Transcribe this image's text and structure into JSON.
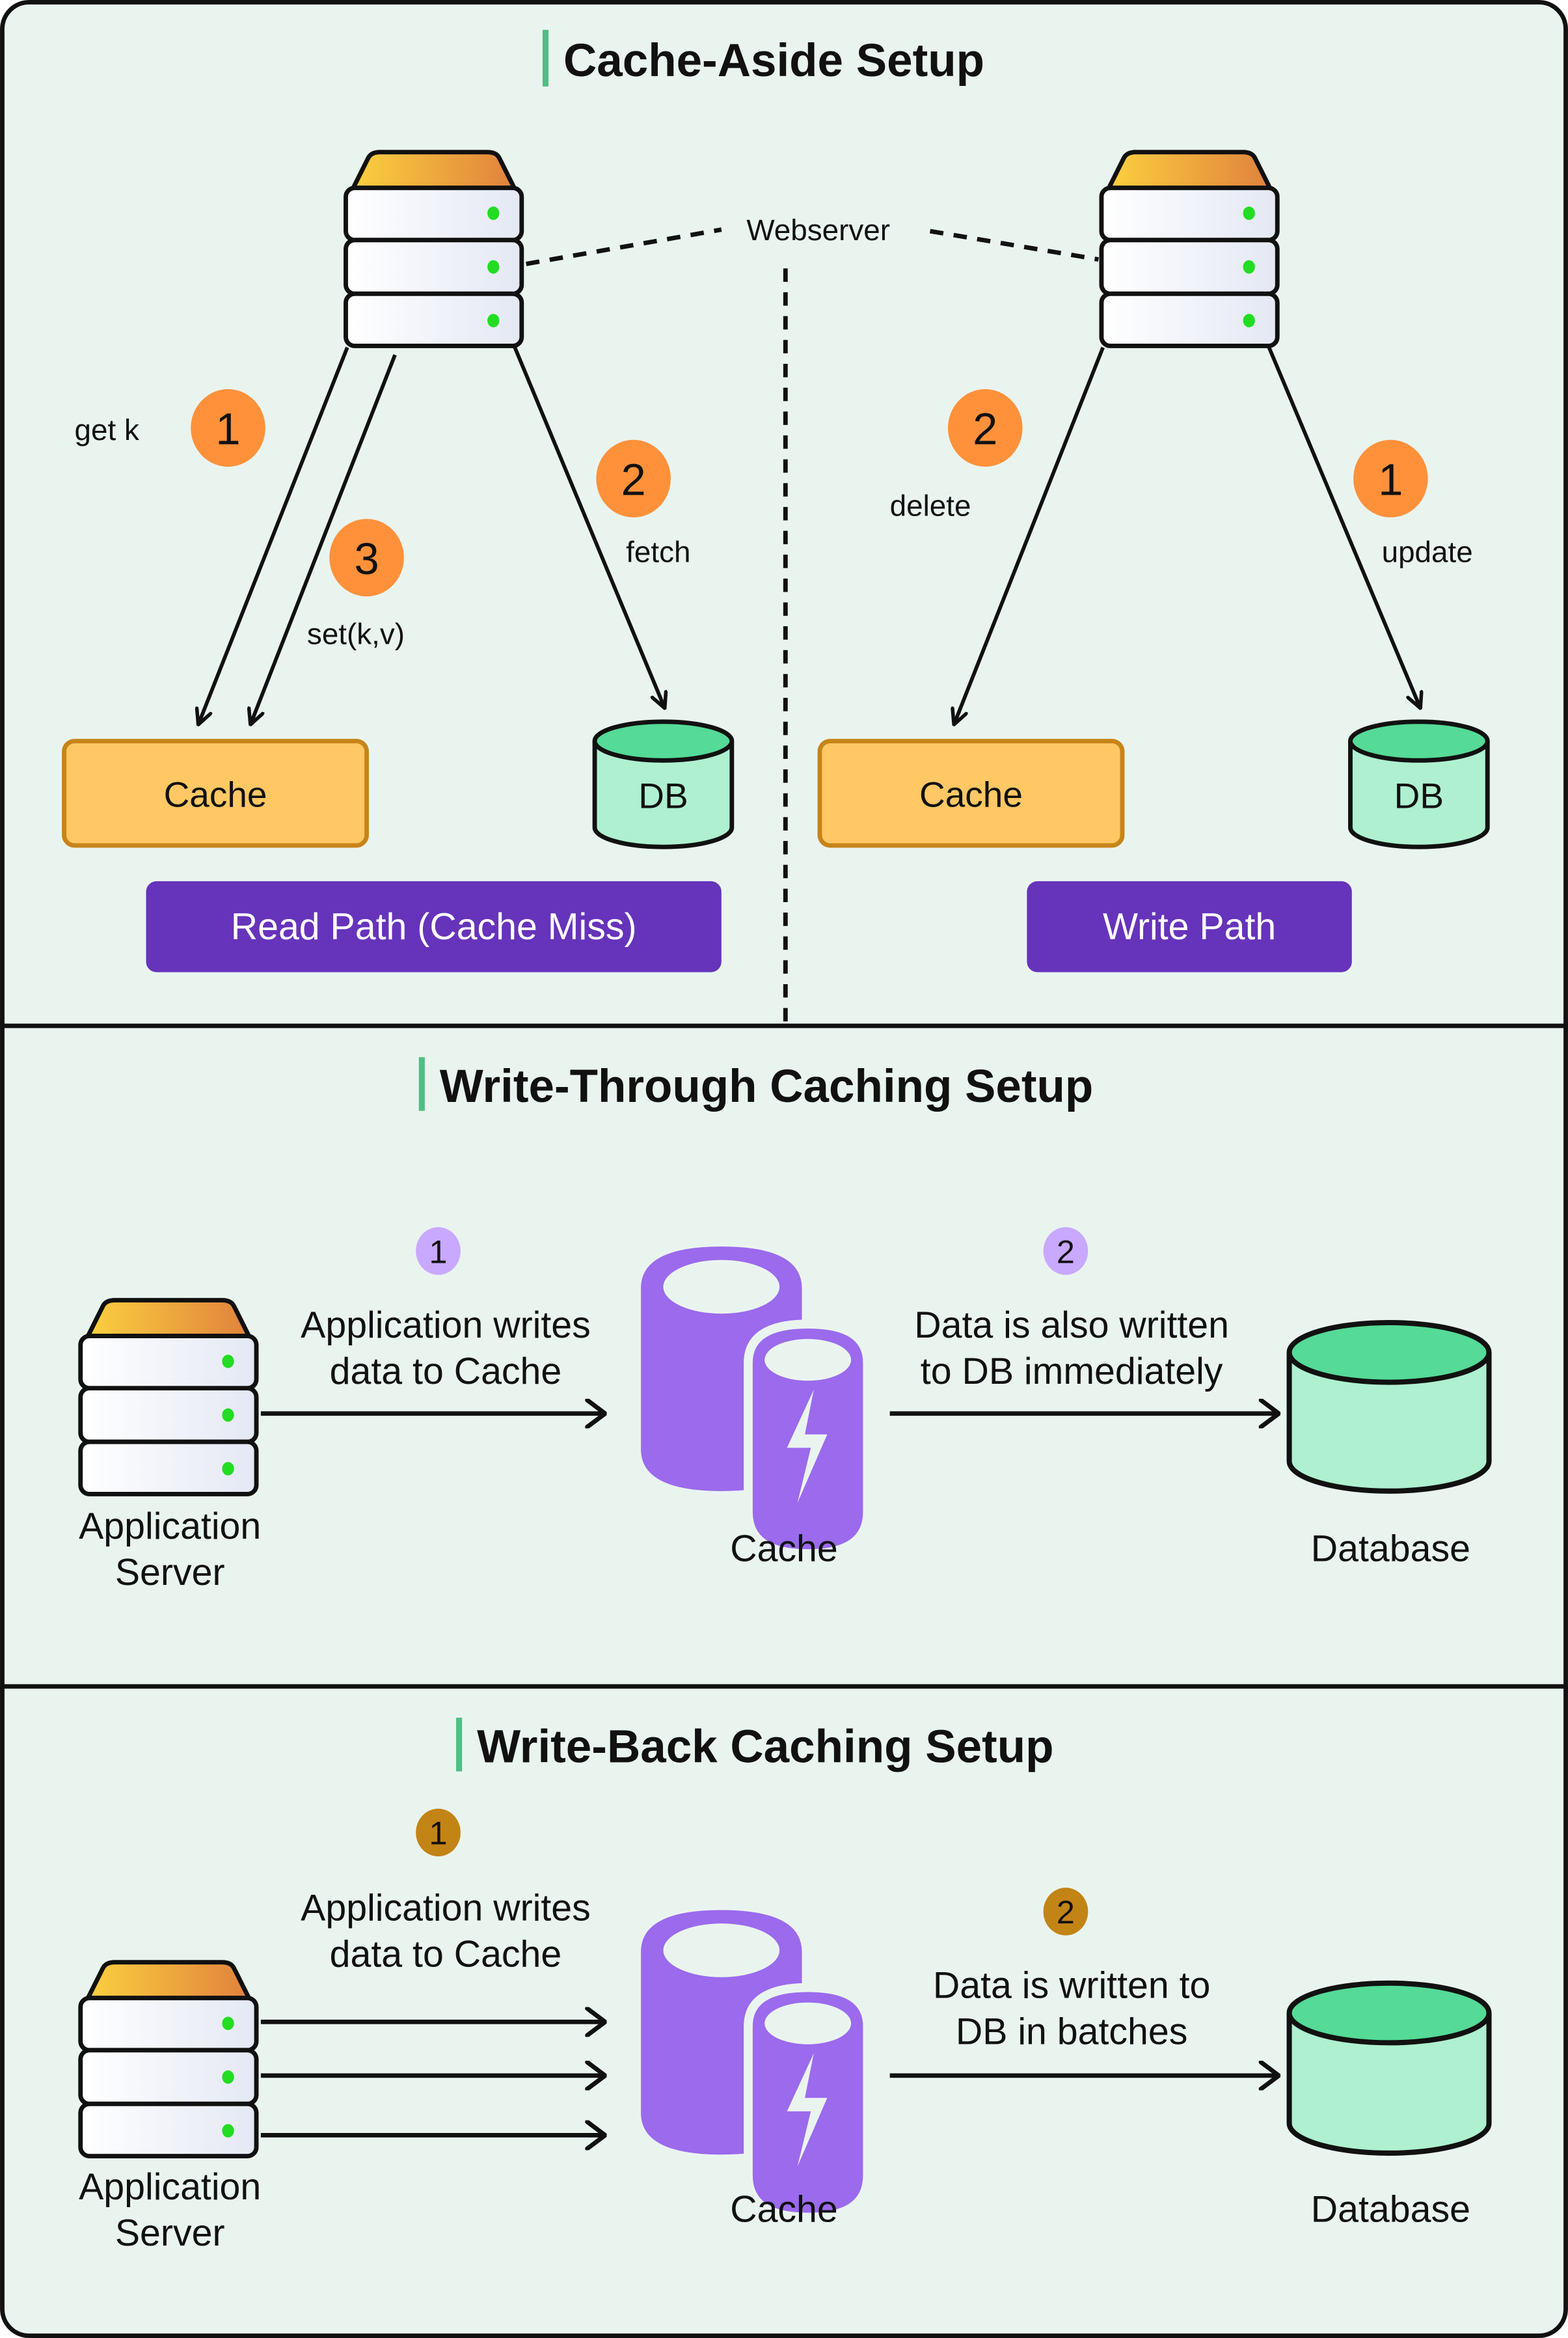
{
  "colors": {
    "panel_bg": "#EAF4EF",
    "border": "#111111",
    "title_accent": "#4FBF85",
    "cache_box_fill": "#FFC864",
    "cache_box_stroke": "#C78418",
    "db_top": "#55DA97",
    "db_body": "#AEF0D0",
    "badge_purple": "#6633BB",
    "step_orange": "#FF913A",
    "step_lavender": "#C9A8FF",
    "step_bronze": "#C38416",
    "cache_icon_purple": "#9B6AED",
    "server_led": "#22DD22"
  },
  "sections": [
    {
      "id": "cache-aside",
      "title": "Cache-Aside Setup",
      "webserver_label": "Webserver",
      "read_path": {
        "badge": "Read Path (Cache Miss)",
        "cache_label": "Cache",
        "db_label": "DB",
        "steps": [
          {
            "number": "1",
            "action": "get k"
          },
          {
            "number": "2",
            "action": "fetch"
          },
          {
            "number": "3",
            "action": "set(k,v)"
          }
        ]
      },
      "write_path": {
        "badge": "Write Path",
        "cache_label": "Cache",
        "db_label": "DB",
        "steps": [
          {
            "number": "1",
            "action": "update"
          },
          {
            "number": "2",
            "action": "delete"
          }
        ]
      }
    },
    {
      "id": "write-through",
      "title": "Write-Through Caching Setup",
      "server_label_line1": "Application",
      "server_label_line2": "Server",
      "cache_label": "Cache",
      "db_label": "Database",
      "steps": [
        {
          "number": "1",
          "line1": "Application writes",
          "line2": "data to Cache"
        },
        {
          "number": "2",
          "line1": "Data is also written",
          "line2": "to DB immediately"
        }
      ]
    },
    {
      "id": "write-back",
      "title": "Write-Back Caching Setup",
      "server_label_line1": "Application",
      "server_label_line2": "Server",
      "cache_label": "Cache",
      "db_label": "Database",
      "steps": [
        {
          "number": "1",
          "line1": "Application writes",
          "line2": "data to Cache"
        },
        {
          "number": "2",
          "line1": "Data is written to",
          "line2": "DB in batches"
        }
      ]
    }
  ]
}
